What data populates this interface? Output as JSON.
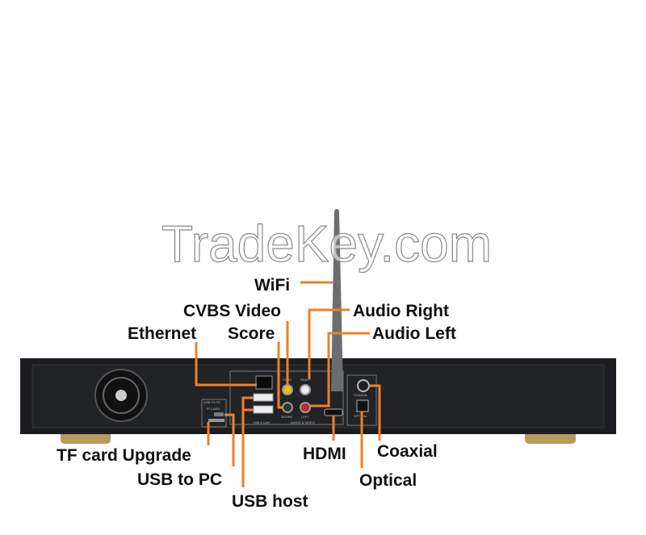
{
  "watermark": "TradeKey.com",
  "accent_color": "#f08024",
  "labels": {
    "wifi": "WiFi",
    "cvbs_video": "CVBS Video",
    "audio_right": "Audio Right",
    "ethernet": "Ethernet",
    "score": "Score",
    "audio_left": "Audio Left",
    "tf_card_upgrade": "TF card Upgrade",
    "usb_to_pc": "USB to PC",
    "usb_host": "USB host",
    "hdmi": "HDMI",
    "coaxial": "Coaxial",
    "optical": "Optical"
  },
  "panel_text": {
    "usb_to_pc": "USB TO PC",
    "tf_card": "TF CARD",
    "cvbs": "CVBS",
    "right": "RIGHT",
    "score": "SCORE",
    "left": "LEFT",
    "usb_lan": "USB & LAN",
    "audio_video": "AUDIO & VIDEO",
    "coaxial": "COAXIAL",
    "optical": "OPTICAL"
  }
}
